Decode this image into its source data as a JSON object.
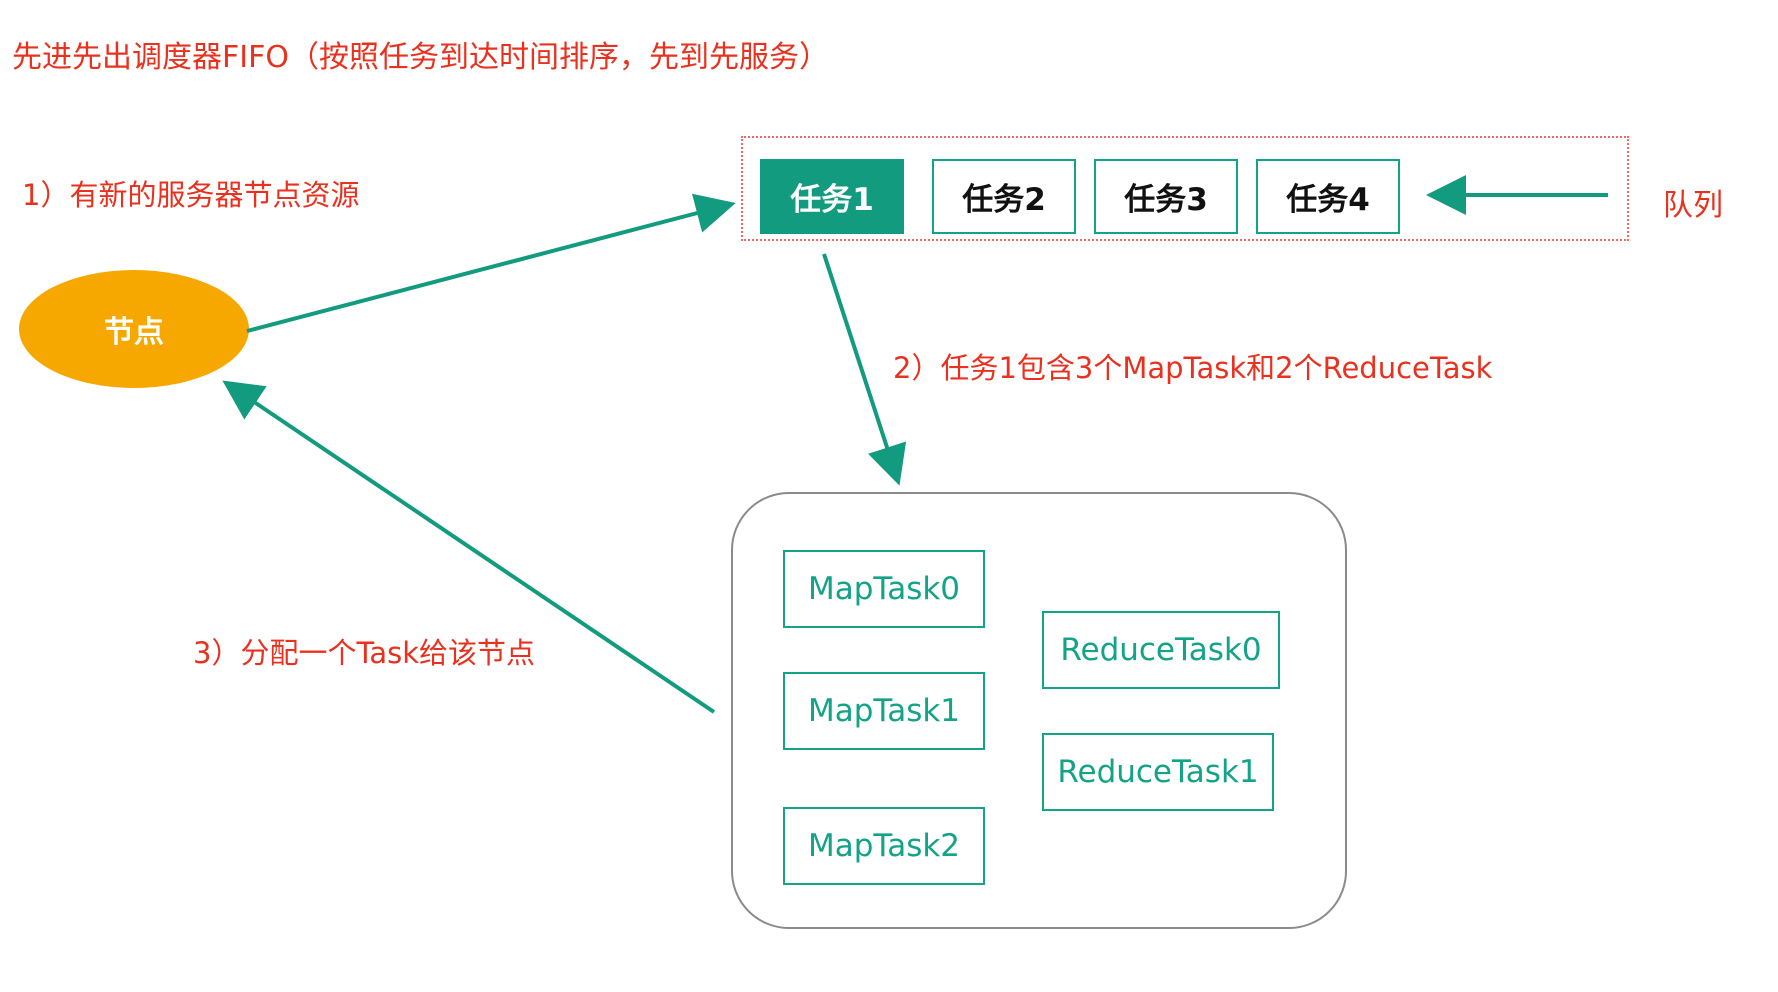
{
  "title": "先进先出调度器FIFO（按照任务到达时间排序，先到先服务）",
  "steps": {
    "step1": "1）有新的服务器节点资源",
    "step2": "2）任务1包含3个MapTask和2个ReduceTask",
    "step3": "3）分配一个Task给该节点"
  },
  "queue": {
    "label": "队列",
    "jobs": [
      "任务1",
      "任务2",
      "任务3",
      "任务4"
    ]
  },
  "node": {
    "label": "节点"
  },
  "tasks": {
    "map": [
      "MapTask0",
      "MapTask1",
      "MapTask2"
    ],
    "reduce": [
      "ReduceTask0",
      "ReduceTask1"
    ]
  },
  "colors": {
    "accent": "#129b7e",
    "annotation": "#e8311e",
    "node": "#f7a800",
    "queue_border": "#ef6b62"
  }
}
